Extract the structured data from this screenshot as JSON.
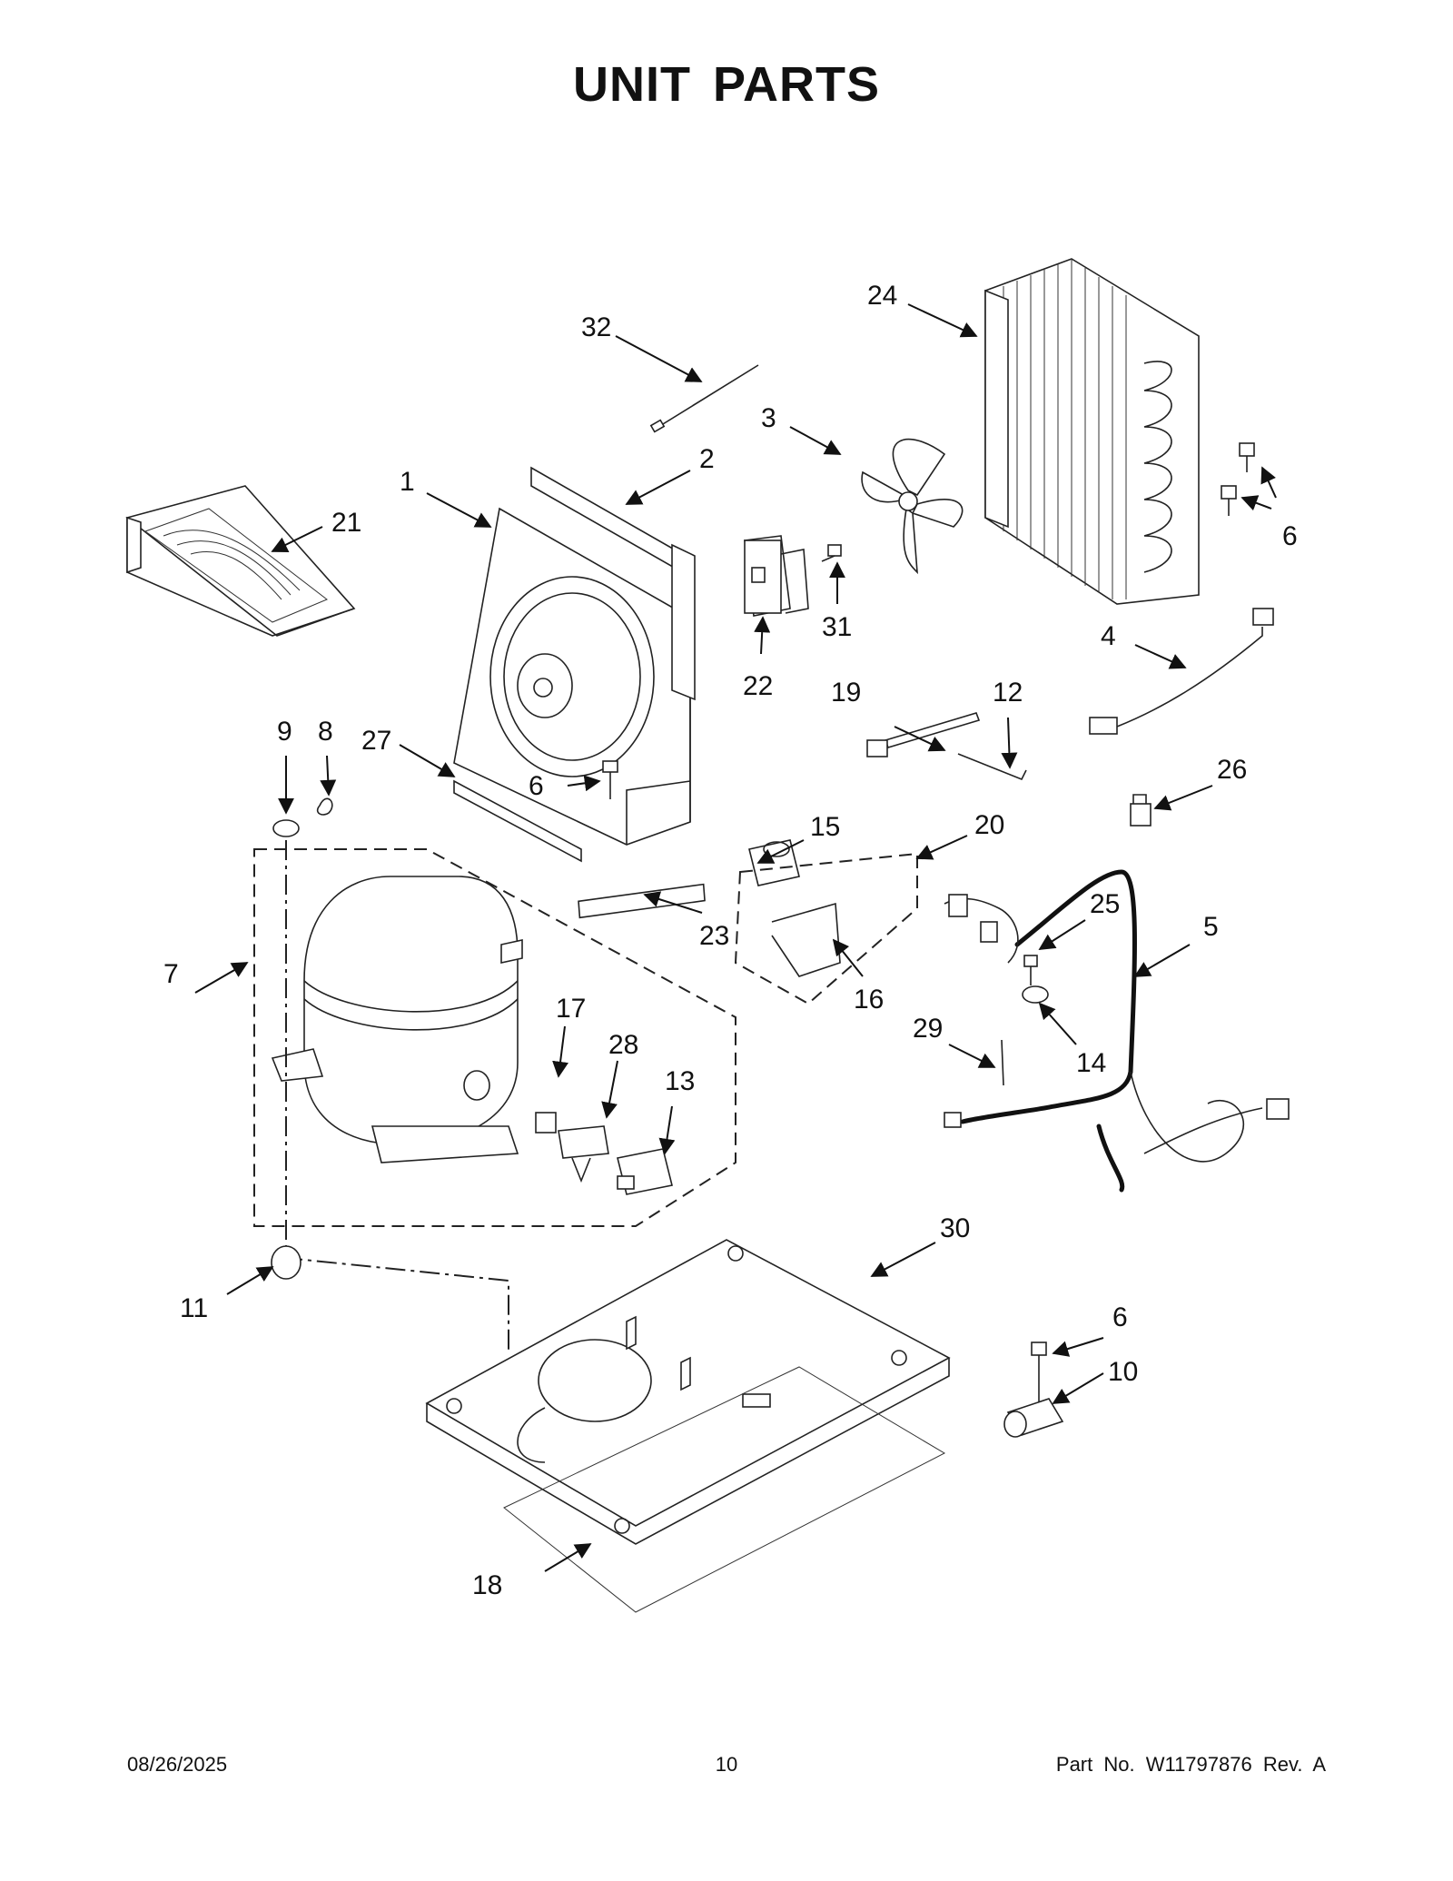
{
  "title": "UNIT  PARTS",
  "footer": {
    "date": "08/26/2025",
    "page": "10",
    "part_no": "Part No.  W11797876  Rev.  A"
  },
  "callouts": {
    "c1": "1",
    "c2": "2",
    "c3": "3",
    "c4": "4",
    "c5": "5",
    "c6a": "6",
    "c6b": "6",
    "c6c": "6",
    "c7": "7",
    "c8": "8",
    "c9": "9",
    "c10": "10",
    "c11": "11",
    "c12": "12",
    "c13": "13",
    "c14": "14",
    "c15": "15",
    "c16": "16",
    "c17": "17",
    "c18": "18",
    "c19": "19",
    "c20": "20",
    "c21": "21",
    "c22": "22",
    "c23": "23",
    "c24": "24",
    "c25": "25",
    "c26": "26",
    "c27": "27",
    "c28": "28",
    "c29": "29",
    "c30": "30",
    "c31": "31",
    "c32": "32"
  }
}
